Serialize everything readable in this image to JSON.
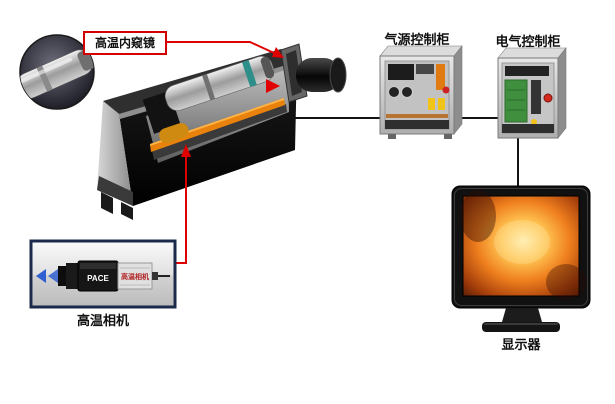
{
  "labels": {
    "endoscope": "高温内窥镜",
    "air_cabinet": "气源控制柜",
    "electric_cabinet": "电气控制柜",
    "camera": "高温相机",
    "monitor": "显示器"
  },
  "camera_inset": {
    "brand": "PACE",
    "body_label": "高温相机"
  },
  "colors": {
    "connector_red": "#e00000",
    "connector_black": "#141414",
    "label_border_red": "#d40000",
    "rail_orange": "#e8820c",
    "pcb_green": "#3f8f3f",
    "screen_glow_orange": "#ef7f1e",
    "arrow_blue": "#2f5fd0"
  }
}
